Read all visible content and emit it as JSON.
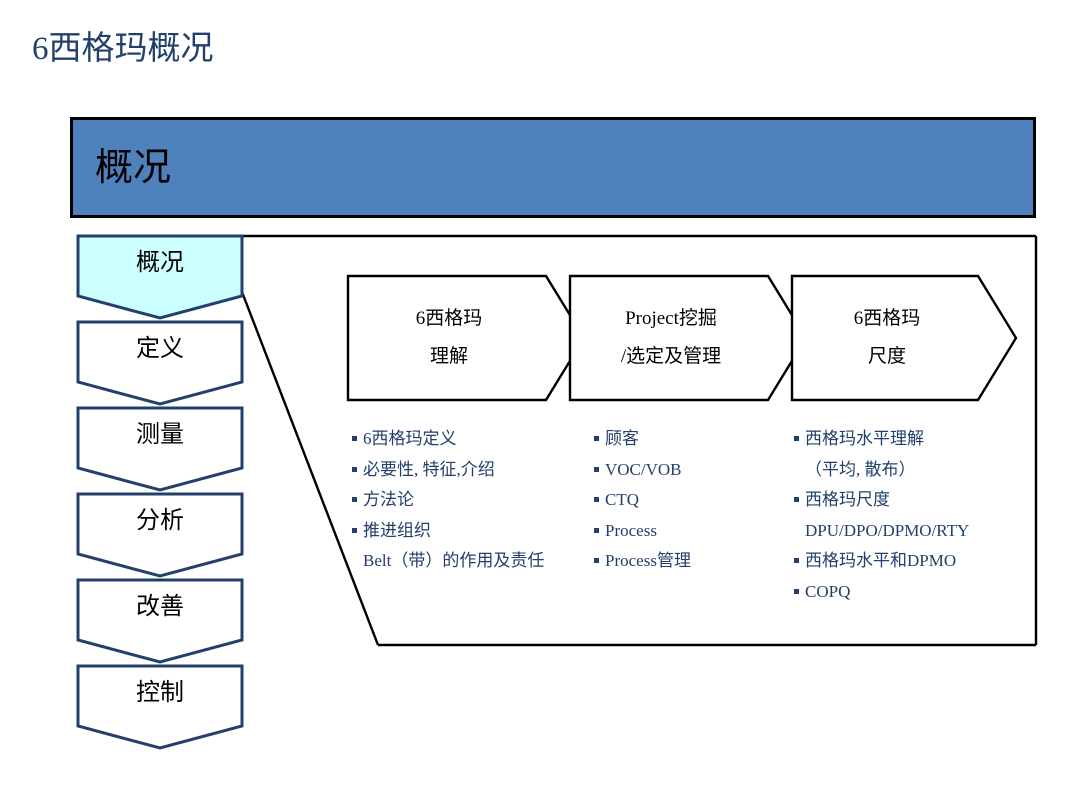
{
  "slide": {
    "title": "6西格玛概况",
    "banner_label": "概况"
  },
  "colors": {
    "banner_fill": "#4F81BD",
    "banner_border": "#000000",
    "title_text": "#22406b",
    "active_phase_fill": "#CCFFFF",
    "phase_border": "#22406b",
    "bullet_text": "#22406b",
    "outline": "#000000"
  },
  "phase_rail": {
    "items": [
      {
        "label": "概况",
        "active": true
      },
      {
        "label": "定义",
        "active": false
      },
      {
        "label": "测量",
        "active": false
      },
      {
        "label": "分析",
        "active": false
      },
      {
        "label": "改善",
        "active": false
      },
      {
        "label": "控制",
        "active": false
      }
    ]
  },
  "process": {
    "steps": [
      {
        "line1": "6西格玛",
        "line2": "理解"
      },
      {
        "line1": "Project挖掘",
        "line2": "/选定及管理"
      },
      {
        "line1": "6西格玛",
        "line2": "尺度"
      }
    ]
  },
  "bullets": {
    "col1": [
      {
        "text": "6西格玛定义",
        "bullet": true
      },
      {
        "text": "必要性, 特征,介绍",
        "bullet": true
      },
      {
        "text": "方法论",
        "bullet": true
      },
      {
        "text": "推进组织",
        "bullet": true
      },
      {
        "text": "Belt（带）的作用及责任",
        "bullet": false,
        "wrap": true
      }
    ],
    "col2": [
      {
        "text": "顾客",
        "bullet": true
      },
      {
        "text": "VOC/VOB",
        "bullet": true
      },
      {
        "text": "CTQ",
        "bullet": true
      },
      {
        "text": "Process",
        "bullet": true
      },
      {
        "text": "Process管理",
        "bullet": true
      }
    ],
    "col3": [
      {
        "text": "西格玛水平理解",
        "bullet": true
      },
      {
        "text": "（平均, 散布）",
        "bullet": false
      },
      {
        "text": "西格玛尺度",
        "bullet": true
      },
      {
        "text": "DPU/DPO/DPMO/RTY",
        "bullet": false
      },
      {
        "text": "西格玛水平和DPMO",
        "bullet": true
      },
      {
        "text": "COPQ",
        "bullet": true
      }
    ]
  }
}
